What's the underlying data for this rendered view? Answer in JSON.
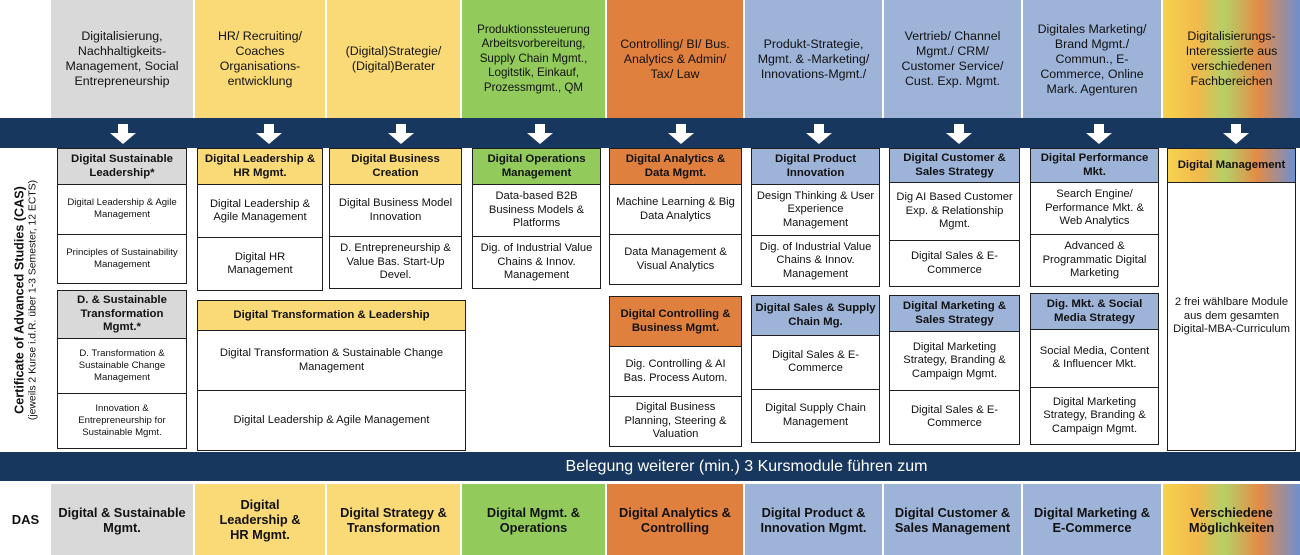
{
  "header": [
    {
      "text": "Digitalisierung, Nachhaltigkeits-Management, Social Entrepreneurship",
      "color": "#d9d9d9"
    },
    {
      "text": "HR/ Recruiting/ Coaches Organisations-entwicklung",
      "color": "#fad977"
    },
    {
      "text": "(Digital)Strategie/ (Digital)Berater",
      "color": "#fad977"
    },
    {
      "text": "Produktionssteuerung Arbeitsvorbereitung, Supply Chain Mgmt., Logitstik, Einkauf, Prozessmgmt., QM",
      "color": "#92cb5c"
    },
    {
      "text": "Controlling/ BI/ Bus. Analytics & Admin/ Tax/ Law",
      "color": "#e0803e"
    },
    {
      "text": "Produkt-Strategie, Mgmt. & -Marketing/ Innovations-Mgmt./",
      "color": "#9db3d8"
    },
    {
      "text": "Vertrieb/ Channel Mgmt./ CRM/ Customer Service/ Cust. Exp. Mgmt.",
      "color": "#9db3d8"
    },
    {
      "text": "Digitales Marketing/ Brand Mgmt./ Commun., E-Commerce, Online Mark. Agenturen",
      "color": "#9db3d8"
    },
    {
      "text": "Digitalisierungs-Interessierte aus verschiedenen Fachbereichen",
      "color": "gradient"
    }
  ],
  "cas_label": {
    "title": "Certificate of Advanced Studies (CAS)",
    "subtitle": "(jeweils 2 Kurse i.d.R. über 1-3 Semester, 12 ECTS)"
  },
  "modules": {
    "dsl": {
      "title": "Digital Sustainable Leadership*",
      "items": [
        "Digital Leadership & Agile Management",
        "Principles of Sustainability Management"
      ]
    },
    "dstm": {
      "title": "D. & Sustainable Transformation Mgmt.*",
      "items": [
        "D. Transformation & Sustainable Change Management",
        "Innovation & Entrepreneurship for Sustainable Mgmt."
      ]
    },
    "dlhr": {
      "title": "Digital Leadership & HR Mgmt.",
      "items": [
        "Digital Leadership & Agile Management",
        "Digital HR Management"
      ]
    },
    "dbc": {
      "title": "Digital Business Creation",
      "items": [
        "Digital Business Model Innovation",
        "D. Entrepreneurship & Value Bas. Start-Up Devel."
      ]
    },
    "dtl": {
      "title": "Digital Transformation & Leadership",
      "items": [
        "Digital Transformation & Sustainable Change Management",
        "Digital Leadership & Agile Management"
      ]
    },
    "dom": {
      "title": "Digital Operations Management",
      "items": [
        "Data-based B2B Business Models & Platforms",
        "Dig. of Industrial Value Chains & Innov. Management"
      ]
    },
    "dadm": {
      "title": "Digital Analytics & Data Mgmt.",
      "items": [
        "Machine Learning & Big Data Analytics",
        "Data Management & Visual Analytics"
      ]
    },
    "dcbm": {
      "title": "Digital Controlling & Business Mgmt.",
      "items": [
        "Dig. Controlling & AI Bas. Process Autom.",
        "Digital Business Planning, Steering & Valuation"
      ]
    },
    "dpi": {
      "title": "Digital Product Innovation",
      "items": [
        "Design Thinking & User Experience Management",
        "Dig. of Industrial Value Chains & Innov. Management"
      ]
    },
    "dssc": {
      "title": "Digital Sales & Supply Chain Mg.",
      "items": [
        "Digital Sales & E-Commerce",
        "Digital Supply Chain Management"
      ]
    },
    "dcss": {
      "title": "Digital Customer & Sales Strategy",
      "items": [
        "Dig AI Based Customer Exp. & Relationship Mgmt.",
        "Digital Sales & E-Commerce"
      ]
    },
    "dmss": {
      "title": "Digital Marketing & Sales Strategy",
      "items": [
        "Digital Marketing Strategy, Branding & Campaign Mgmt.",
        "Digital Sales & E-Commerce"
      ]
    },
    "dpm": {
      "title": "Digital Performance Mkt.",
      "items": [
        "Search Engine/ Performance Mkt. & Web Analytics",
        "Advanced & Programmatic Digital Marketing"
      ]
    },
    "dmsm": {
      "title": "Dig. Mkt. & Social Media Strategy",
      "items": [
        "Social Media, Content & Influencer Mkt.",
        "Digital Marketing Strategy, Branding & Campaign Mgmt."
      ]
    },
    "dm": {
      "title": "Digital Management",
      "items": [
        "2 frei wählbare Module aus dem gesamten Digital-MBA-Curriculum"
      ]
    }
  },
  "banner": "Belegung weiterer (min.) 3 Kursmodule führen zum",
  "das_label": "DAS",
  "das": [
    "Digital & Sustainable Mgmt.",
    "Digital Leadership & HR Mgmt.",
    "Digital Strategy & Transformation",
    "Digital Mgmt. & Operations",
    "Digital Analytics & Controlling",
    "Digital Product & Innovation Mgmt.",
    "Digital Customer & Sales Management",
    "Digital Marketing & E-Commerce",
    "Verschiedene Möglichkeiten"
  ],
  "colors": {
    "navy": "#17375e",
    "grey": "#d9d9d9",
    "yellow": "#fad977",
    "green": "#92cb5c",
    "orange": "#e0803e",
    "blue": "#9db3d8"
  }
}
